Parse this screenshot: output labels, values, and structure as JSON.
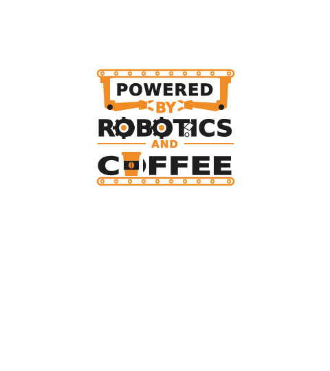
{
  "design": {
    "line1": "POWERED",
    "line2": "BY",
    "line3": "ROBOTICS",
    "line4": "AND",
    "line5": "COFFEE",
    "colors": {
      "orange": "#f08c26",
      "dark": "#1e1e1e",
      "background": "#ffffff"
    },
    "icons": [
      "robot-arm-icon",
      "gear-icon",
      "coffee-cup-icon",
      "conveyor-belt-icon"
    ]
  }
}
